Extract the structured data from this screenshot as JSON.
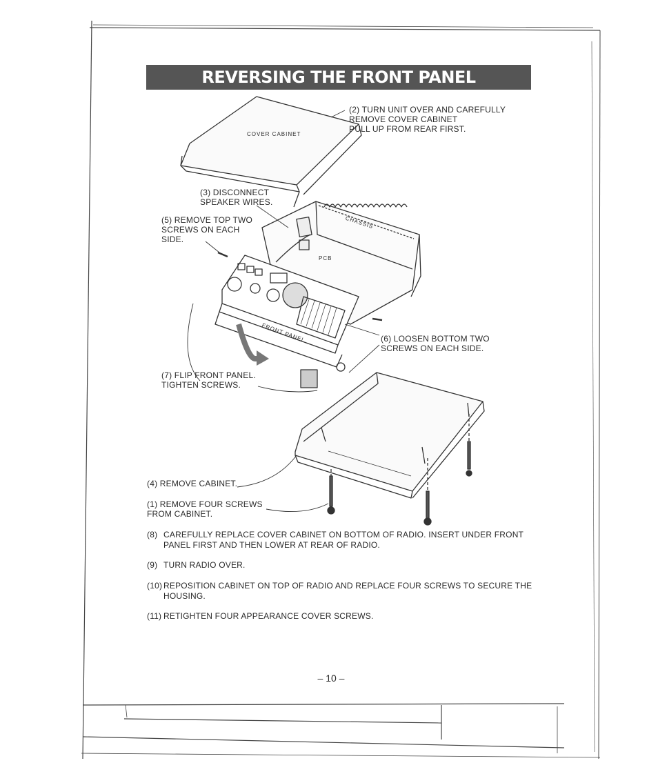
{
  "title": "REVERSING THE FRONT PANEL",
  "diagram": {
    "cover_cabinet_label": "COVER CABINET",
    "chassis_label": "CHASSIS",
    "pcb_label": "PCB",
    "front_panel_label": "FRONT PANEL"
  },
  "callouts": {
    "step2": "(2)  TURN UNIT OVER AND CAREFULLY\nREMOVE COVER CABINET\nPULL UP FROM REAR FIRST.",
    "step3": "(3)  DISCONNECT\nSPEAKER WIRES.",
    "step5": "(5)  REMOVE TOP TWO\nSCREWS ON EACH\nSIDE.",
    "step6": "(6)  LOOSEN BOTTOM TWO\nSCREWS ON EACH SIDE.",
    "step7": "(7)  FLIP FRONT PANEL.\nTIGHTEN SCREWS.",
    "step4": "(4)  REMOVE CABINET.",
    "step1": "(1)  REMOVE FOUR SCREWS\nFROM CABINET."
  },
  "instructions": [
    {
      "num": "(8)",
      "text": "CAREFULLY REPLACE COVER CABINET ON BOTTOM OF RADIO. INSERT UNDER FRONT PANEL FIRST AND THEN LOWER AT REAR OF RADIO."
    },
    {
      "num": "(9)",
      "text": "TURN RADIO OVER."
    },
    {
      "num": "(10)",
      "text": "REPOSITION CABINET ON TOP OF RADIO AND REPLACE FOUR SCREWS TO SECURE THE HOUSING."
    },
    {
      "num": "(11)",
      "text": "RETIGHTEN FOUR APPEARANCE COVER SCREWS."
    }
  ],
  "page_number": "– 10 –"
}
